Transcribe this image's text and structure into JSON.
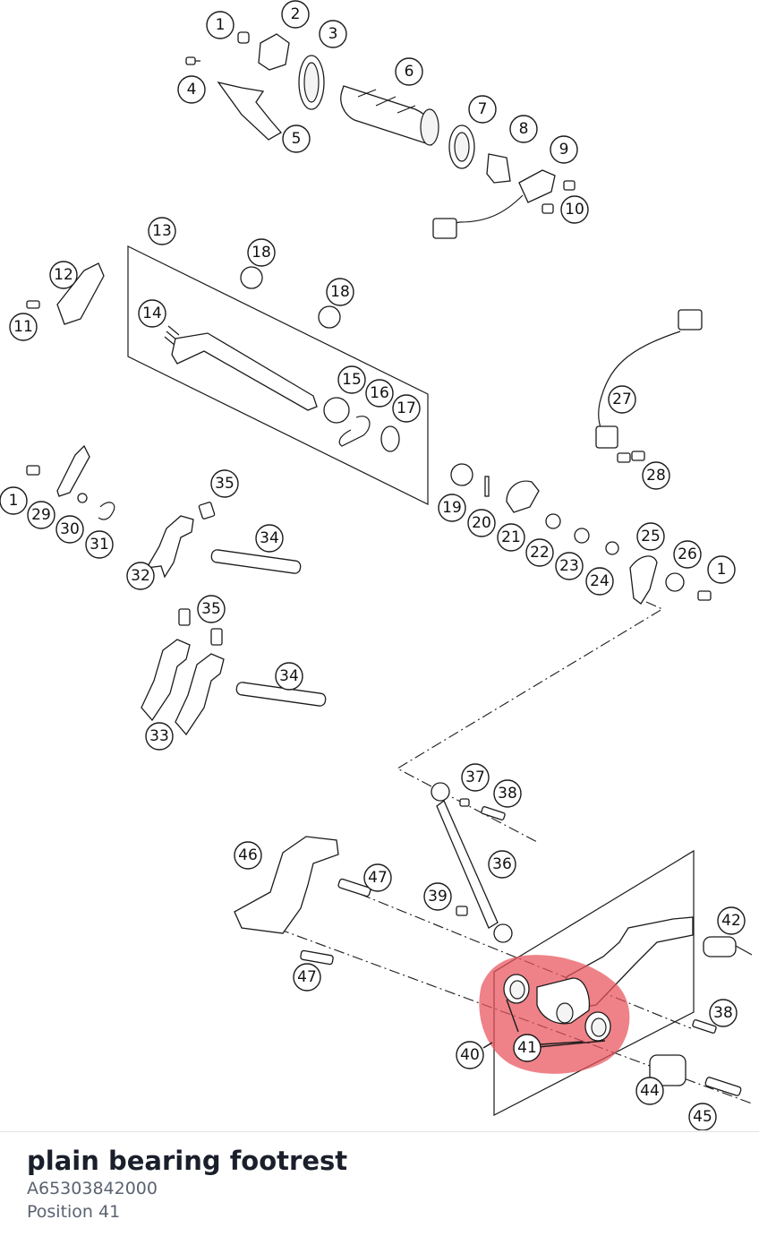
{
  "selected_part": {
    "name": "plain bearing footrest",
    "article_number": "A65303842000",
    "position_label": "Position 41"
  },
  "highlight_color": "#e8525a",
  "callouts": [
    "1",
    "2",
    "3",
    "4",
    "5",
    "6",
    "7",
    "8",
    "9",
    "10",
    "11",
    "12",
    "13",
    "14",
    "15",
    "16",
    "17",
    "18",
    "19",
    "20",
    "21",
    "22",
    "23",
    "24",
    "25",
    "26",
    "27",
    "28",
    "29",
    "30",
    "31",
    "32",
    "33",
    "34",
    "35",
    "36",
    "37",
    "38",
    "39",
    "40",
    "41",
    "42",
    "44",
    "45",
    "46",
    "47"
  ]
}
